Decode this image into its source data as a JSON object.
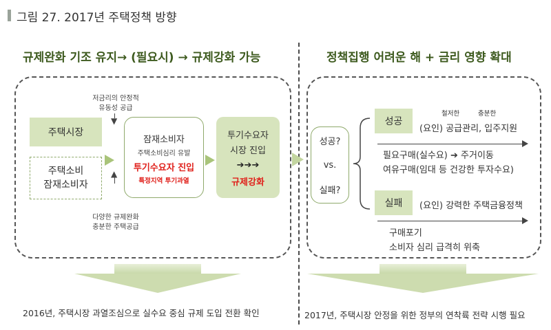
{
  "caption": "그림 27. 2017년 주택정책 방향",
  "left": {
    "heading": "규제완화 기조 유지→ (필요시) → 규제강화 가능",
    "housing_market": "주택시장",
    "housing_consumer_line1": "주택소비",
    "housing_consumer_line2": "잠재소비자",
    "top_note_line1": "저금리의 안정적",
    "top_note_line2": "유동성 공급",
    "bottom_note_line1": "다양한 규제완화",
    "bottom_note_line2": "충분한 주택공급",
    "center_line1": "잠재소비자",
    "center_line2": "주택소비심리 유발",
    "center_red": "투기수요자 진입",
    "center_red_small": "특정지역 투기과열",
    "right_line1": "투기수요자",
    "right_line2": "시장 진입",
    "right_arrows": "➔➔➔",
    "right_red": "규제강화",
    "conclusion": "2016년, 주택시장 과열조심으로 실수요 중심 규제 도입 전환 확인"
  },
  "right": {
    "heading": "정책집행 어려운 해 + 금리 영향 확대",
    "question_line1": "성공?",
    "question_vs": "vs.",
    "question_line2": "실패?",
    "success_label": "성공",
    "success_note1": "철저한",
    "success_note2": "충분한",
    "success_text": "(요인) 공급관리, 입주지원",
    "success_result1": "필요구매(실수요) ➔ 주거이동",
    "success_result2": "여유구매(임대 등 건강한 투자수요)",
    "fail_label": "실패",
    "fail_text": "(요인) 강력한 주택금융정책",
    "fail_result1": "구매포기",
    "fail_result2": "소비자 심리 급격히 위축",
    "conclusion": "2017년, 주택시장 안정을 위한 정부의 연착륙 전략 시행 필요"
  },
  "colors": {
    "heading_green": "#3d5a1e",
    "box_green": "#d7e4bd",
    "accent_red": "#e0201b",
    "arrow_green": "#c9d9aa"
  }
}
